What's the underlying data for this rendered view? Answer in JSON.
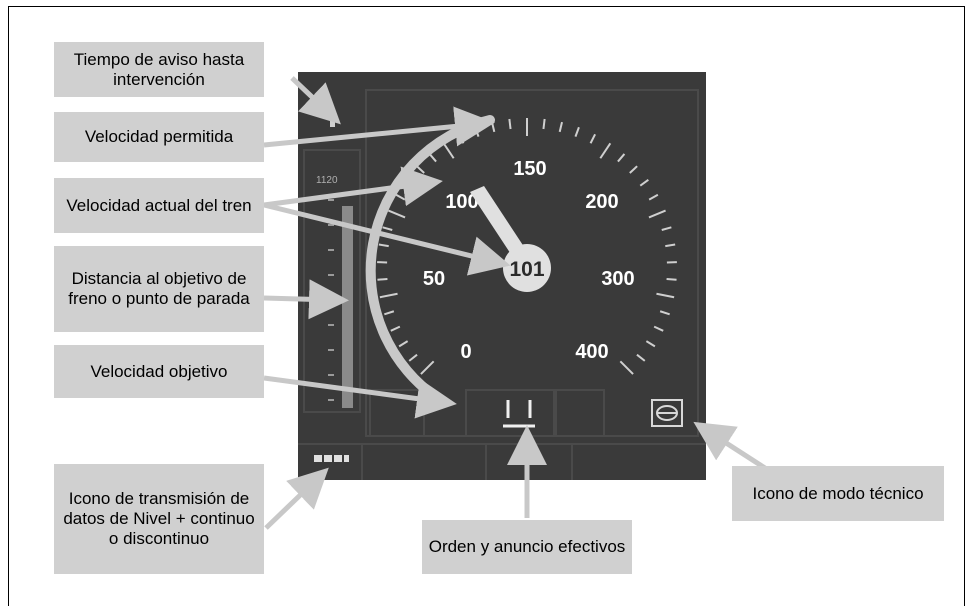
{
  "labels": {
    "warning_time": "Tiempo de aviso hasta intervención",
    "permitted_speed": "Velocidad permitida",
    "current_speed": "Velocidad actual del tren",
    "target_distance": "Distancia al objetivo de freno o punto de parada",
    "target_speed": "Velocidad objetivo",
    "data_transmission": "Icono de transmisión de datos de Nivel + continuo o discontinuo",
    "effective_order": "Orden y anuncio efectivos",
    "technical_mode": "Icono de modo técnico"
  },
  "dial": {
    "speed_value": "101",
    "scale_labels": [
      "0",
      "50",
      "100",
      "150",
      "200",
      "300",
      "400"
    ],
    "distance_scale_top": "1120",
    "mode_symbol": "⊖"
  },
  "colors": {
    "panel": "#3a3a3a",
    "label_bg": "#d0d0d0",
    "arc": "#c8c8c8",
    "needle": "#e0e0e0"
  }
}
